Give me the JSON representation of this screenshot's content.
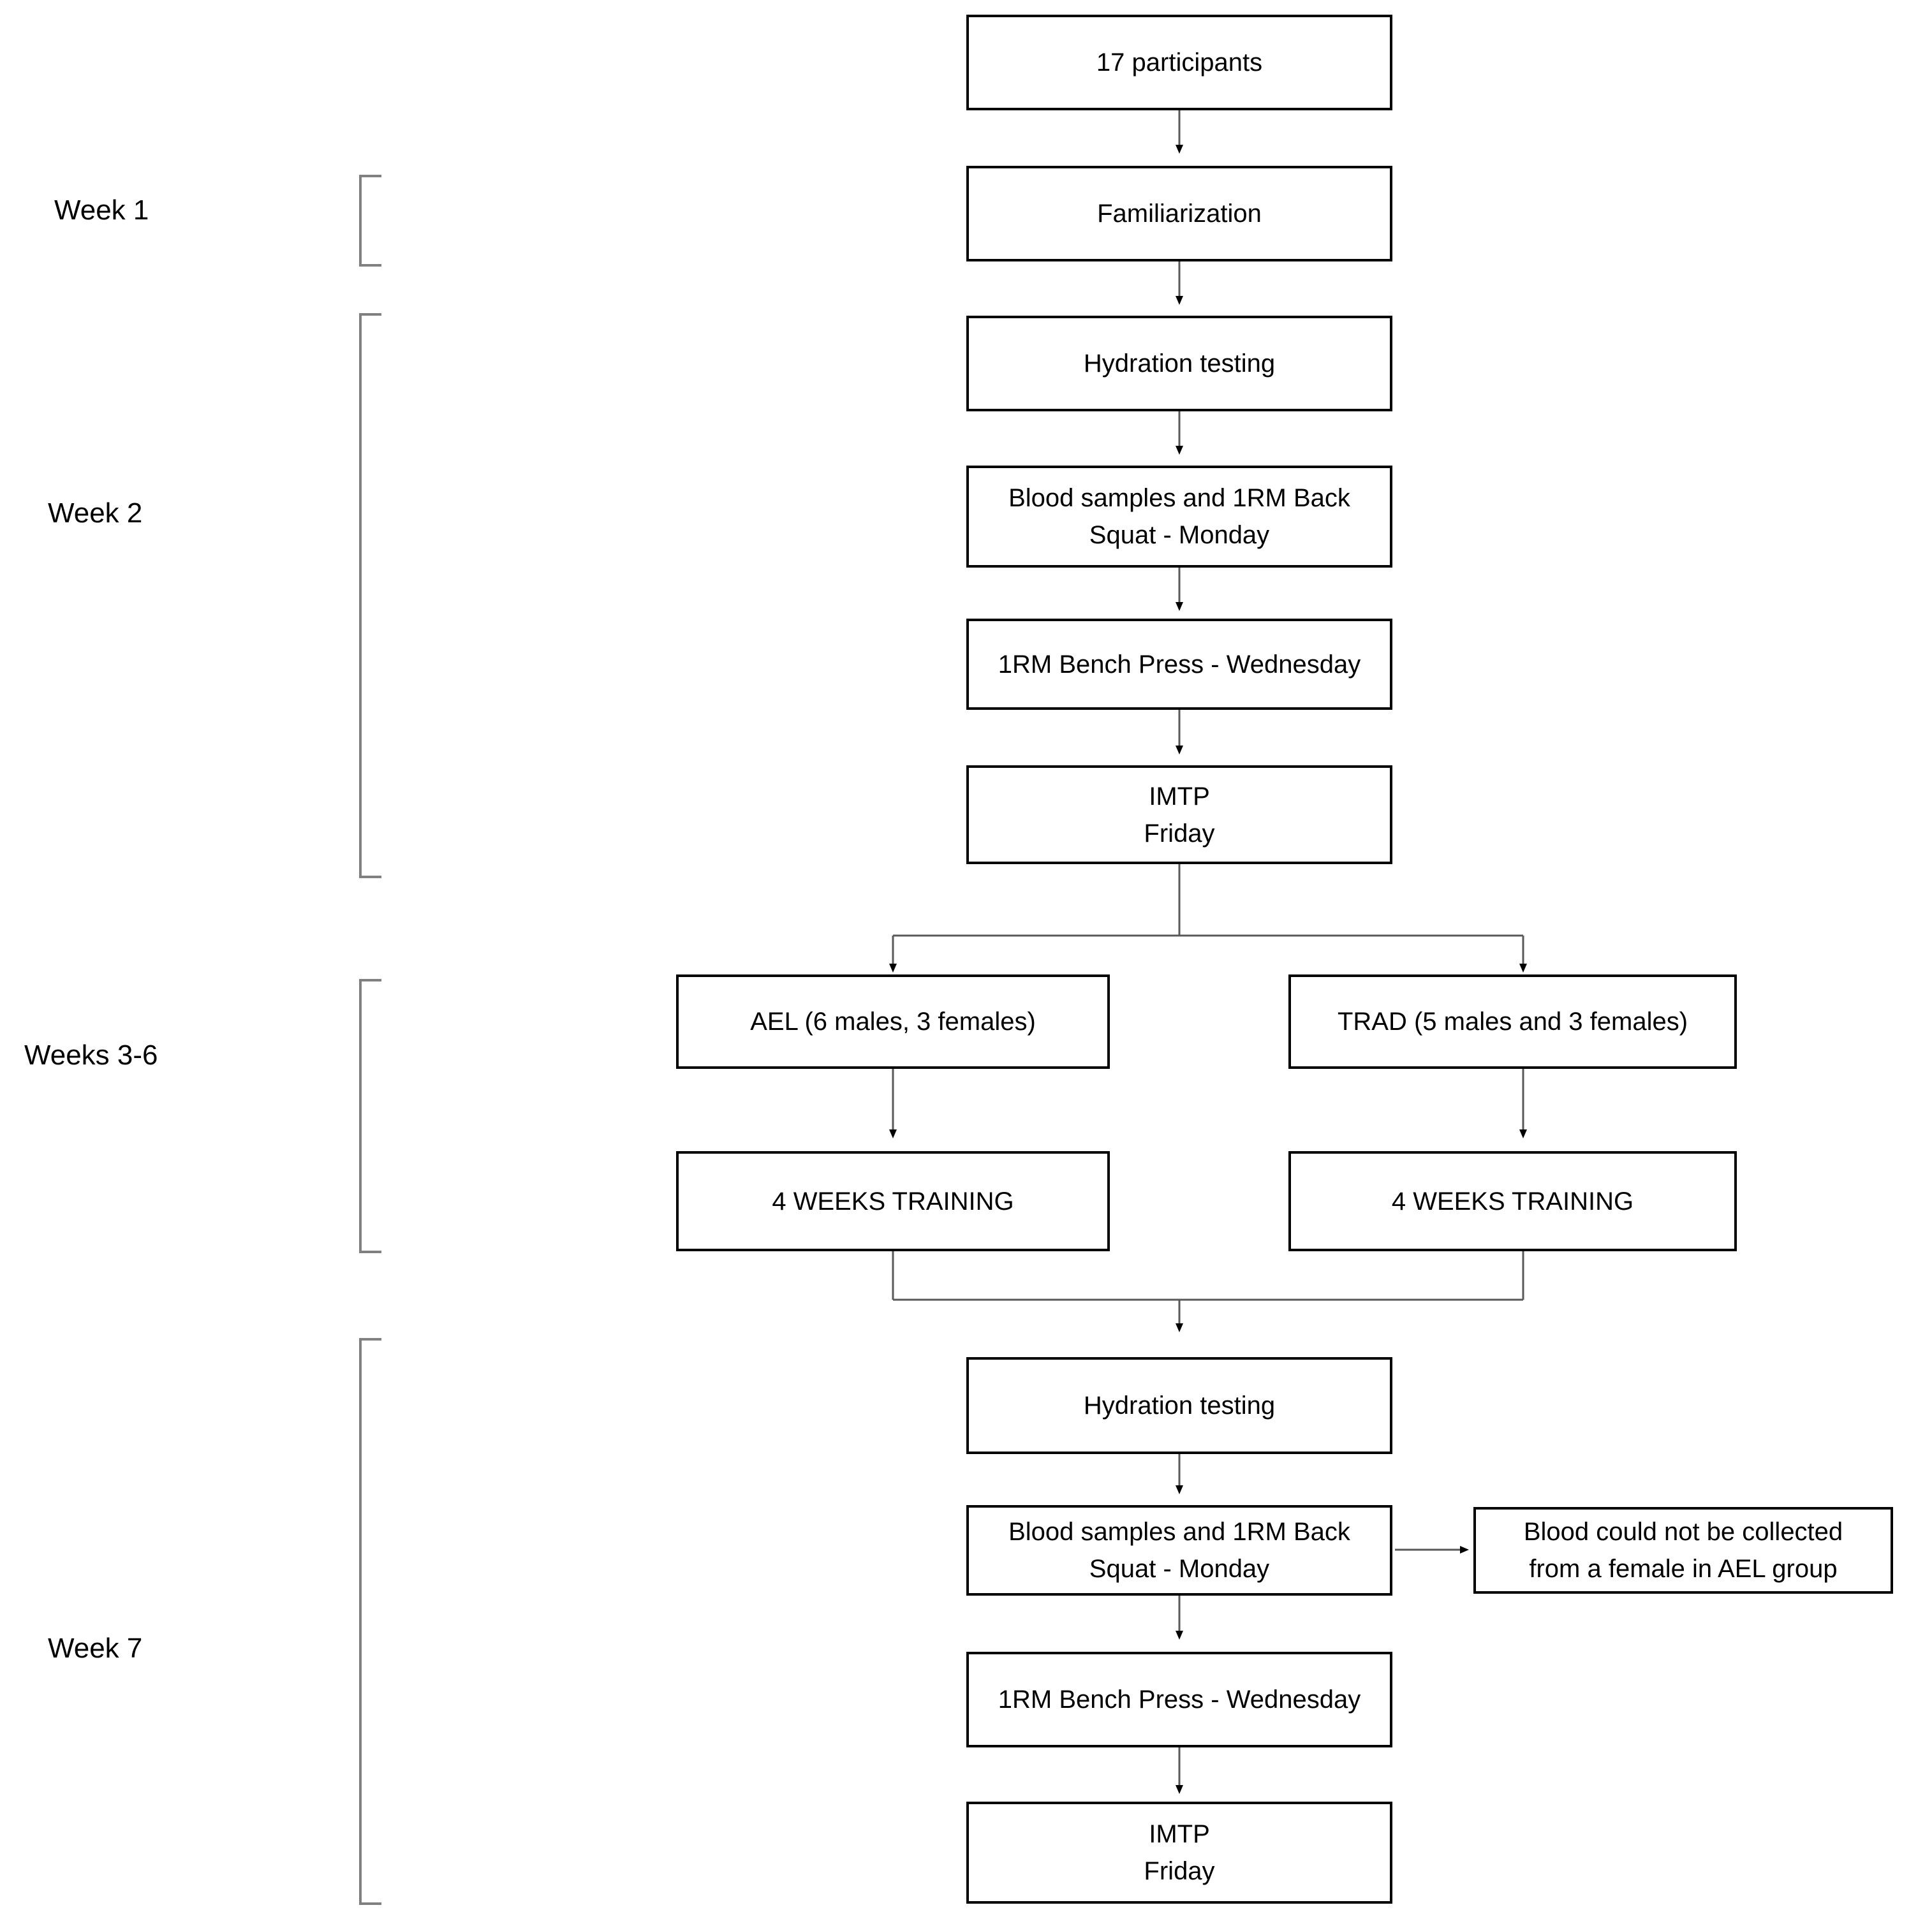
{
  "diagram": {
    "title": "Study design flowchart",
    "colors": {
      "box_border": "#000000",
      "connector": "#595959",
      "background": "#ffffff",
      "text": "#000000"
    },
    "stage_labels": [
      {
        "id": "week-1",
        "text": "Week 1"
      },
      {
        "id": "week-2",
        "text": "Week 2"
      },
      {
        "id": "weeks-3-6",
        "text": "Weeks 3-6"
      },
      {
        "id": "week-7",
        "text": "Week 7"
      }
    ],
    "nodes": [
      {
        "id": "participants",
        "text": "17 participants"
      },
      {
        "id": "familiarization",
        "text": "Familiarization"
      },
      {
        "id": "hydration-1",
        "text": "Hydration testing"
      },
      {
        "id": "blood-squat-1",
        "text": "Blood samples and 1RM Back\nSquat - Monday"
      },
      {
        "id": "bench-1",
        "text": "1RM Bench Press - Wednesday"
      },
      {
        "id": "imtp-1",
        "text": "IMTP\nFriday"
      },
      {
        "id": "ael-group",
        "text": "AEL (6 males, 3 females)"
      },
      {
        "id": "trad-group",
        "text": "TRAD (5 males and 3 females)"
      },
      {
        "id": "ael-training",
        "text": "4 WEEKS TRAINING"
      },
      {
        "id": "trad-training",
        "text": "4 WEEKS TRAINING"
      },
      {
        "id": "hydration-2",
        "text": "Hydration testing"
      },
      {
        "id": "blood-squat-2",
        "text": "Blood samples and 1RM Back\nSquat - Monday"
      },
      {
        "id": "blood-note",
        "text": "Blood could not be collected\nfrom a female in AEL group"
      },
      {
        "id": "bench-2",
        "text": "1RM Bench Press - Wednesday"
      },
      {
        "id": "imtp-2",
        "text": "IMTP\nFriday"
      }
    ]
  }
}
